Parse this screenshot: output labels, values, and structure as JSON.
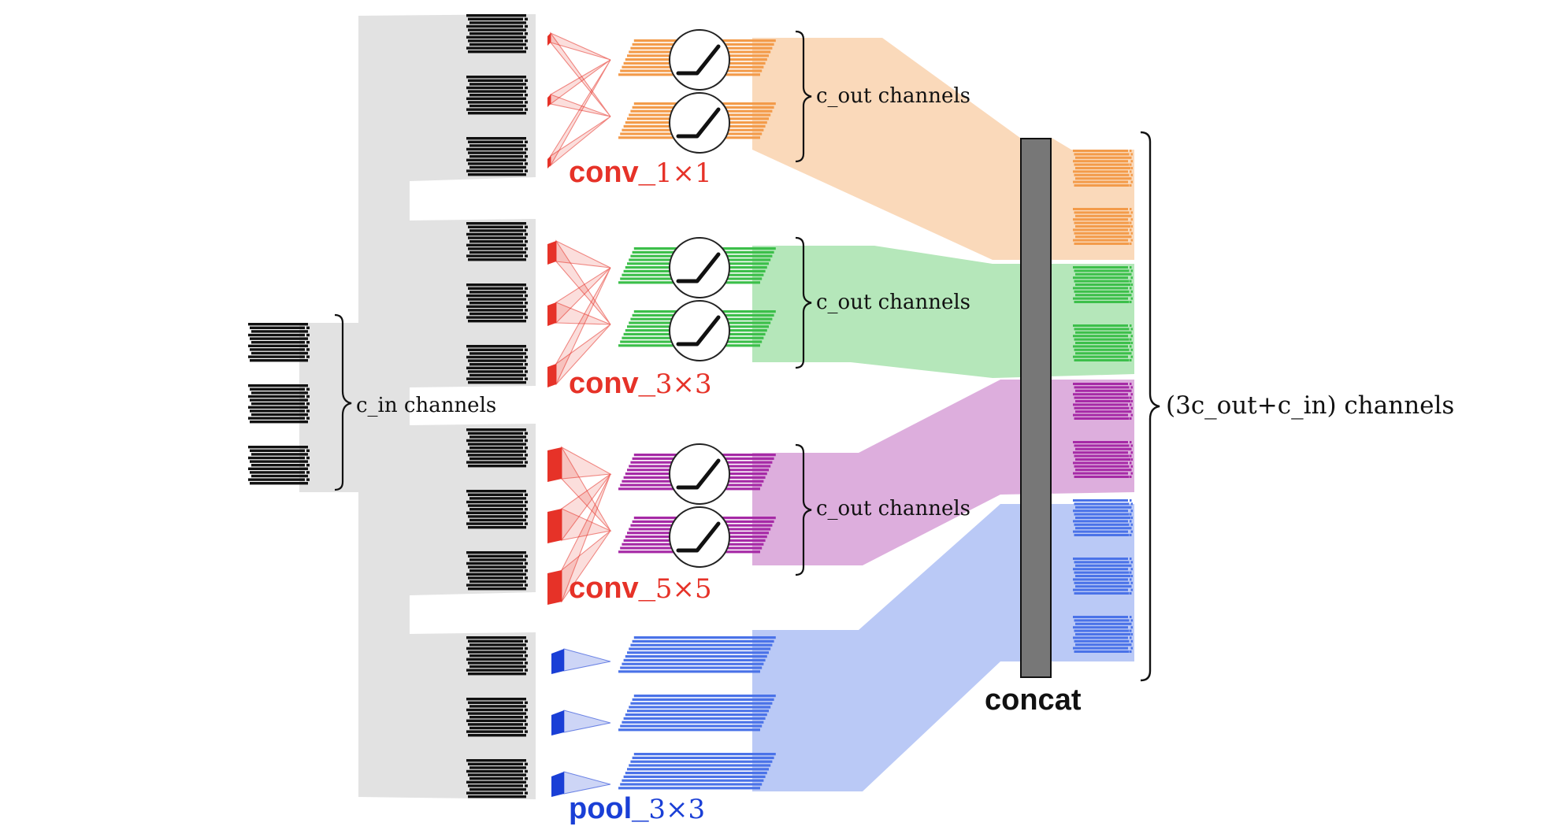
{
  "labels": {
    "cin": "c_in channels",
    "cout_branches": [
      "c_out channels",
      "c_out channels",
      "c_out channels"
    ],
    "output": "(3c_out+c_in) channels",
    "concat": "concat"
  },
  "ops": [
    {
      "name": "conv_",
      "size": "1×1",
      "color": "#e63228"
    },
    {
      "name": "conv_",
      "size": "3×3",
      "color": "#e63228"
    },
    {
      "name": "conv_",
      "size": "5×5",
      "color": "#e63228"
    },
    {
      "name": "pool_",
      "size": "3×3",
      "color": "#1a3fd6"
    }
  ],
  "colors": {
    "branch_1x1": "#f39b4a",
    "branch_3x3": "#3cbf4a",
    "branch_5x5": "#a62aa6",
    "branch_pool": "#4a72e8",
    "concat_bar": "#777777",
    "input_flow": "#e2e2e2",
    "conv_filter": "#e63228",
    "pool_filter": "#1a3fd6"
  },
  "icons": {
    "activation": "relu-icon",
    "feature_map": "feature-map-stack-icon",
    "filter": "filter-wedge-icon"
  }
}
